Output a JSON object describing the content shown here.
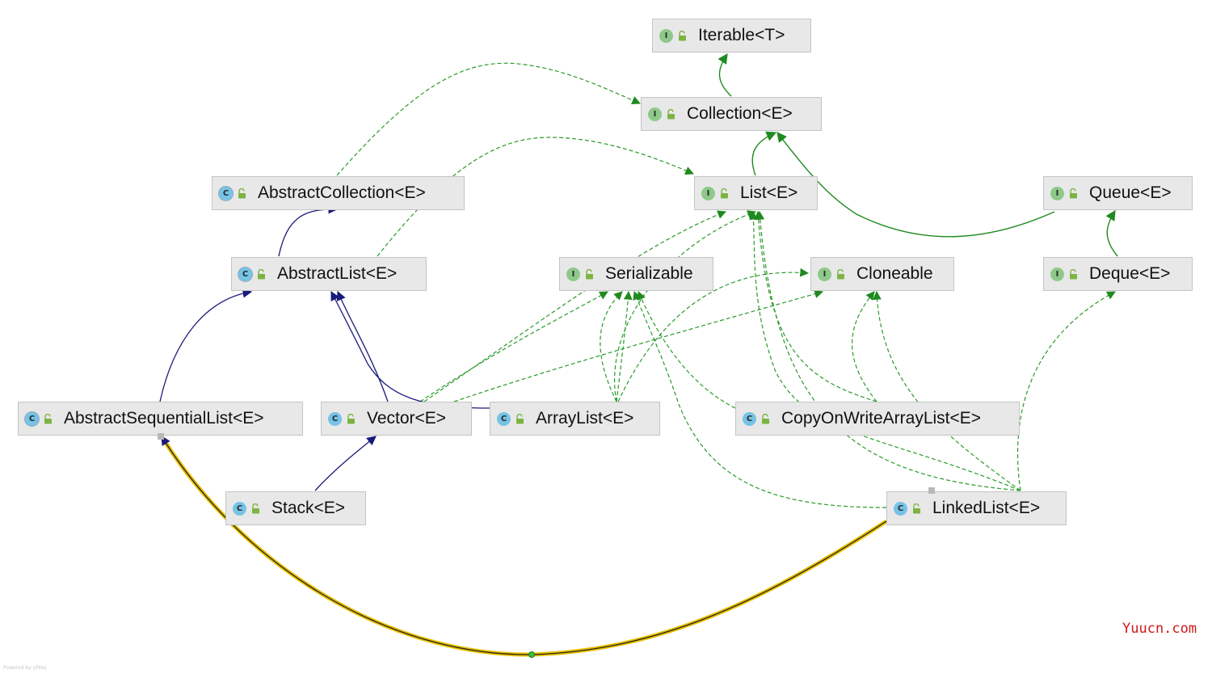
{
  "diagram": {
    "nodes": [
      {
        "id": "iterable",
        "kind": "interface",
        "kind_letter": "I",
        "label": "Iterable<T>"
      },
      {
        "id": "collection",
        "kind": "interface",
        "kind_letter": "I",
        "label": "Collection<E>"
      },
      {
        "id": "abstract-collection",
        "kind": "abstract-class",
        "kind_letter": "C",
        "label": "AbstractCollection<E>"
      },
      {
        "id": "list",
        "kind": "interface",
        "kind_letter": "I",
        "label": "List<E>"
      },
      {
        "id": "queue",
        "kind": "interface",
        "kind_letter": "I",
        "label": "Queue<E>"
      },
      {
        "id": "abstract-list",
        "kind": "abstract-class",
        "kind_letter": "C",
        "label": "AbstractList<E>"
      },
      {
        "id": "serializable",
        "kind": "interface",
        "kind_letter": "I",
        "label": "Serializable"
      },
      {
        "id": "cloneable",
        "kind": "interface",
        "kind_letter": "I",
        "label": "Cloneable"
      },
      {
        "id": "deque",
        "kind": "interface",
        "kind_letter": "I",
        "label": "Deque<E>"
      },
      {
        "id": "abstract-sequential-list",
        "kind": "abstract-class",
        "kind_letter": "C",
        "label": "AbstractSequentialList<E>"
      },
      {
        "id": "vector",
        "kind": "class",
        "kind_letter": "C",
        "label": "Vector<E>"
      },
      {
        "id": "arraylist",
        "kind": "class",
        "kind_letter": "C",
        "label": "ArrayList<E>"
      },
      {
        "id": "copyonwrite",
        "kind": "class",
        "kind_letter": "C",
        "label": "CopyOnWriteArrayList<E>"
      },
      {
        "id": "stack",
        "kind": "class",
        "kind_letter": "C",
        "label": "Stack<E>"
      },
      {
        "id": "linkedlist",
        "kind": "class",
        "kind_letter": "C",
        "label": "LinkedList<E>"
      }
    ],
    "edges": [
      {
        "from": "collection",
        "to": "iterable",
        "type": "interface-extends"
      },
      {
        "from": "list",
        "to": "collection",
        "type": "interface-extends"
      },
      {
        "from": "queue",
        "to": "collection",
        "type": "interface-extends"
      },
      {
        "from": "deque",
        "to": "queue",
        "type": "interface-extends"
      },
      {
        "from": "abstract-collection",
        "to": "collection",
        "type": "implements"
      },
      {
        "from": "abstract-list",
        "to": "list",
        "type": "implements"
      },
      {
        "from": "abstract-list",
        "to": "abstract-collection",
        "type": "extends"
      },
      {
        "from": "abstract-sequential-list",
        "to": "abstract-list",
        "type": "extends"
      },
      {
        "from": "vector",
        "to": "abstract-list",
        "type": "extends"
      },
      {
        "from": "arraylist",
        "to": "abstract-list",
        "type": "extends"
      },
      {
        "from": "stack",
        "to": "vector",
        "type": "extends"
      },
      {
        "from": "linkedlist",
        "to": "abstract-sequential-list",
        "type": "extends-selected"
      },
      {
        "from": "vector",
        "to": "list",
        "type": "implements"
      },
      {
        "from": "vector",
        "to": "serializable",
        "type": "implements"
      },
      {
        "from": "vector",
        "to": "cloneable",
        "type": "implements"
      },
      {
        "from": "arraylist",
        "to": "list",
        "type": "implements"
      },
      {
        "from": "arraylist",
        "to": "serializable",
        "type": "implements"
      },
      {
        "from": "arraylist",
        "to": "cloneable",
        "type": "implements"
      },
      {
        "from": "copyonwrite",
        "to": "list",
        "type": "implements"
      },
      {
        "from": "copyonwrite",
        "to": "serializable",
        "type": "implements"
      },
      {
        "from": "copyonwrite",
        "to": "cloneable",
        "type": "implements"
      },
      {
        "from": "linkedlist",
        "to": "list",
        "type": "implements"
      },
      {
        "from": "linkedlist",
        "to": "deque",
        "type": "implements"
      },
      {
        "from": "linkedlist",
        "to": "serializable",
        "type": "implements"
      },
      {
        "from": "linkedlist",
        "to": "cloneable",
        "type": "implements"
      }
    ],
    "colors": {
      "interface_extends": "#1f8a1f",
      "implements": "#2a9a2a",
      "extends": "#1a1a7a",
      "selected_edge": "#e8c000",
      "interface_icon": "#8ec98a",
      "class_icon": "#75c3e6",
      "node_fill": "#e8e8e8",
      "lock_icon": "#7cb342"
    },
    "icons": {
      "visibility": "unlock-icon"
    }
  },
  "watermark": "Yuucn.com",
  "credit": "Powered by yFiles"
}
